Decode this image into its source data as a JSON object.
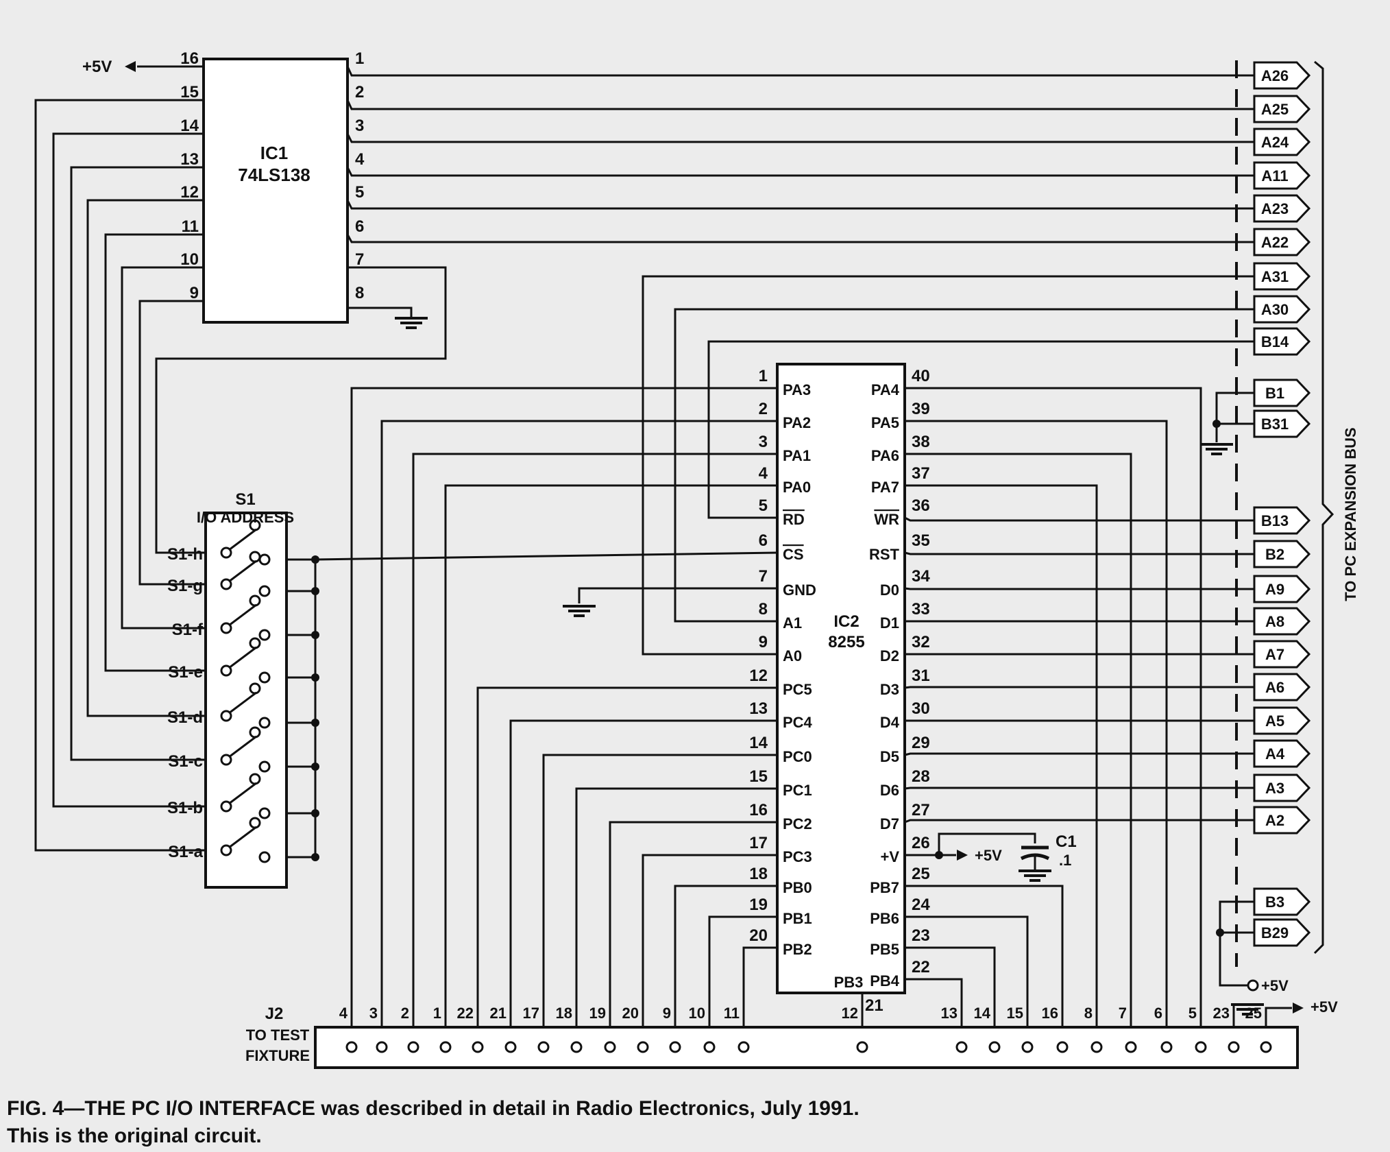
{
  "caption": {
    "line1": "FIG. 4—THE PC I/O INTERFACE was described in detail in Radio Electronics, July 1991.",
    "line2": "This is the original circuit."
  },
  "ic1": {
    "name": "IC1",
    "part": "74LS138",
    "left_pins": [
      {
        "num": "16",
        "net": "+5V"
      },
      {
        "num": "15",
        "net": "S1-a"
      },
      {
        "num": "14",
        "net": "S1-b"
      },
      {
        "num": "13",
        "net": "S1-c"
      },
      {
        "num": "12",
        "net": "S1-d"
      },
      {
        "num": "11",
        "net": "S1-e"
      },
      {
        "num": "10",
        "net": "S1-f"
      },
      {
        "num": "9",
        "net": "S1-g"
      }
    ],
    "right_pins": [
      {
        "num": "1",
        "net": "A26"
      },
      {
        "num": "2",
        "net": "A25"
      },
      {
        "num": "3",
        "net": "A24"
      },
      {
        "num": "4",
        "net": "A11"
      },
      {
        "num": "5",
        "net": "A23"
      },
      {
        "num": "6",
        "net": "A22"
      },
      {
        "num": "7",
        "net": "S1-h"
      },
      {
        "num": "8",
        "net": "GND"
      }
    ]
  },
  "ic2": {
    "name": "IC2",
    "part": "8255",
    "left_pins": [
      {
        "num": "1",
        "label": "PA3",
        "j2": "4"
      },
      {
        "num": "2",
        "label": "PA2",
        "j2": "3"
      },
      {
        "num": "3",
        "label": "PA1",
        "j2": "2"
      },
      {
        "num": "4",
        "label": "PA0",
        "j2": "1"
      },
      {
        "num": "5",
        "label": "RD",
        "bus": "B14"
      },
      {
        "num": "6",
        "label": "CS",
        "bus": "S1"
      },
      {
        "num": "7",
        "label": "GND"
      },
      {
        "num": "8",
        "label": "A1",
        "bus": "A30"
      },
      {
        "num": "9",
        "label": "A0",
        "bus": "A31"
      },
      {
        "num": "12",
        "label": "PC5",
        "j2": "22"
      },
      {
        "num": "13",
        "label": "PC4",
        "j2": "21"
      },
      {
        "num": "14",
        "label": "PC0",
        "j2": "17"
      },
      {
        "num": "15",
        "label": "PC1",
        "j2": "18"
      },
      {
        "num": "16",
        "label": "PC2",
        "j2": "19"
      },
      {
        "num": "17",
        "label": "PC3",
        "j2": "20"
      },
      {
        "num": "18",
        "label": "PB0",
        "j2": "9"
      },
      {
        "num": "19",
        "label": "PB1",
        "j2": "10"
      },
      {
        "num": "20",
        "label": "PB2",
        "j2": "11"
      }
    ],
    "right_pins": [
      {
        "num": "40",
        "label": "PA4",
        "j2": "5"
      },
      {
        "num": "39",
        "label": "PA5",
        "j2": "6"
      },
      {
        "num": "38",
        "label": "PA6",
        "j2": "7"
      },
      {
        "num": "37",
        "label": "PA7",
        "j2": "8"
      },
      {
        "num": "36",
        "label": "WR",
        "bus": "B13"
      },
      {
        "num": "35",
        "label": "RST",
        "bus": "B2"
      },
      {
        "num": "34",
        "label": "D0",
        "bus": "A9"
      },
      {
        "num": "33",
        "label": "D1",
        "bus": "A8"
      },
      {
        "num": "32",
        "label": "D2",
        "bus": "A7"
      },
      {
        "num": "31",
        "label": "D3",
        "bus": "A6"
      },
      {
        "num": "30",
        "label": "D4",
        "bus": "A5"
      },
      {
        "num": "29",
        "label": "D5",
        "bus": "A4"
      },
      {
        "num": "28",
        "label": "D6",
        "bus": "A3"
      },
      {
        "num": "27",
        "label": "D7",
        "bus": "A2"
      },
      {
        "num": "26",
        "label": "+V"
      },
      {
        "num": "25",
        "label": "PB7",
        "j2": "16"
      },
      {
        "num": "24",
        "label": "PB6",
        "j2": "15"
      },
      {
        "num": "23",
        "label": "PB5",
        "j2": "14"
      },
      {
        "num": "22",
        "label": "PB4",
        "j2": "13"
      }
    ],
    "bottom_pins": [
      {
        "num": "21",
        "label": "PB3",
        "j2": "12"
      }
    ]
  },
  "s1": {
    "name": "S1",
    "title": "I/O ADDRESS",
    "switches": [
      "S1-h",
      "S1-g",
      "S1-f",
      "S1-e",
      "S1-d",
      "S1-c",
      "S1-b",
      "S1-a"
    ]
  },
  "c1": {
    "name": "C1",
    "value": ".1"
  },
  "j2": {
    "name": "J2",
    "line1": "TO TEST",
    "line2": "FIXTURE",
    "pins": [
      "4",
      "3",
      "2",
      "1",
      "22",
      "21",
      "17",
      "18",
      "19",
      "20",
      "9",
      "10",
      "11",
      "12",
      "13",
      "14",
      "15",
      "16",
      "8",
      "7",
      "6",
      "5",
      "23",
      "25"
    ]
  },
  "bus": {
    "title": "TO PC EXPANSION BUS",
    "connectors": [
      "A26",
      "A25",
      "A24",
      "A11",
      "A23",
      "A22",
      "A31",
      "A30",
      "B14",
      "B1",
      "B31",
      "B13",
      "B2",
      "A9",
      "A8",
      "A7",
      "A6",
      "A5",
      "A4",
      "A3",
      "A2",
      "B3",
      "B29"
    ]
  },
  "power": {
    "vcc": "+5V"
  }
}
